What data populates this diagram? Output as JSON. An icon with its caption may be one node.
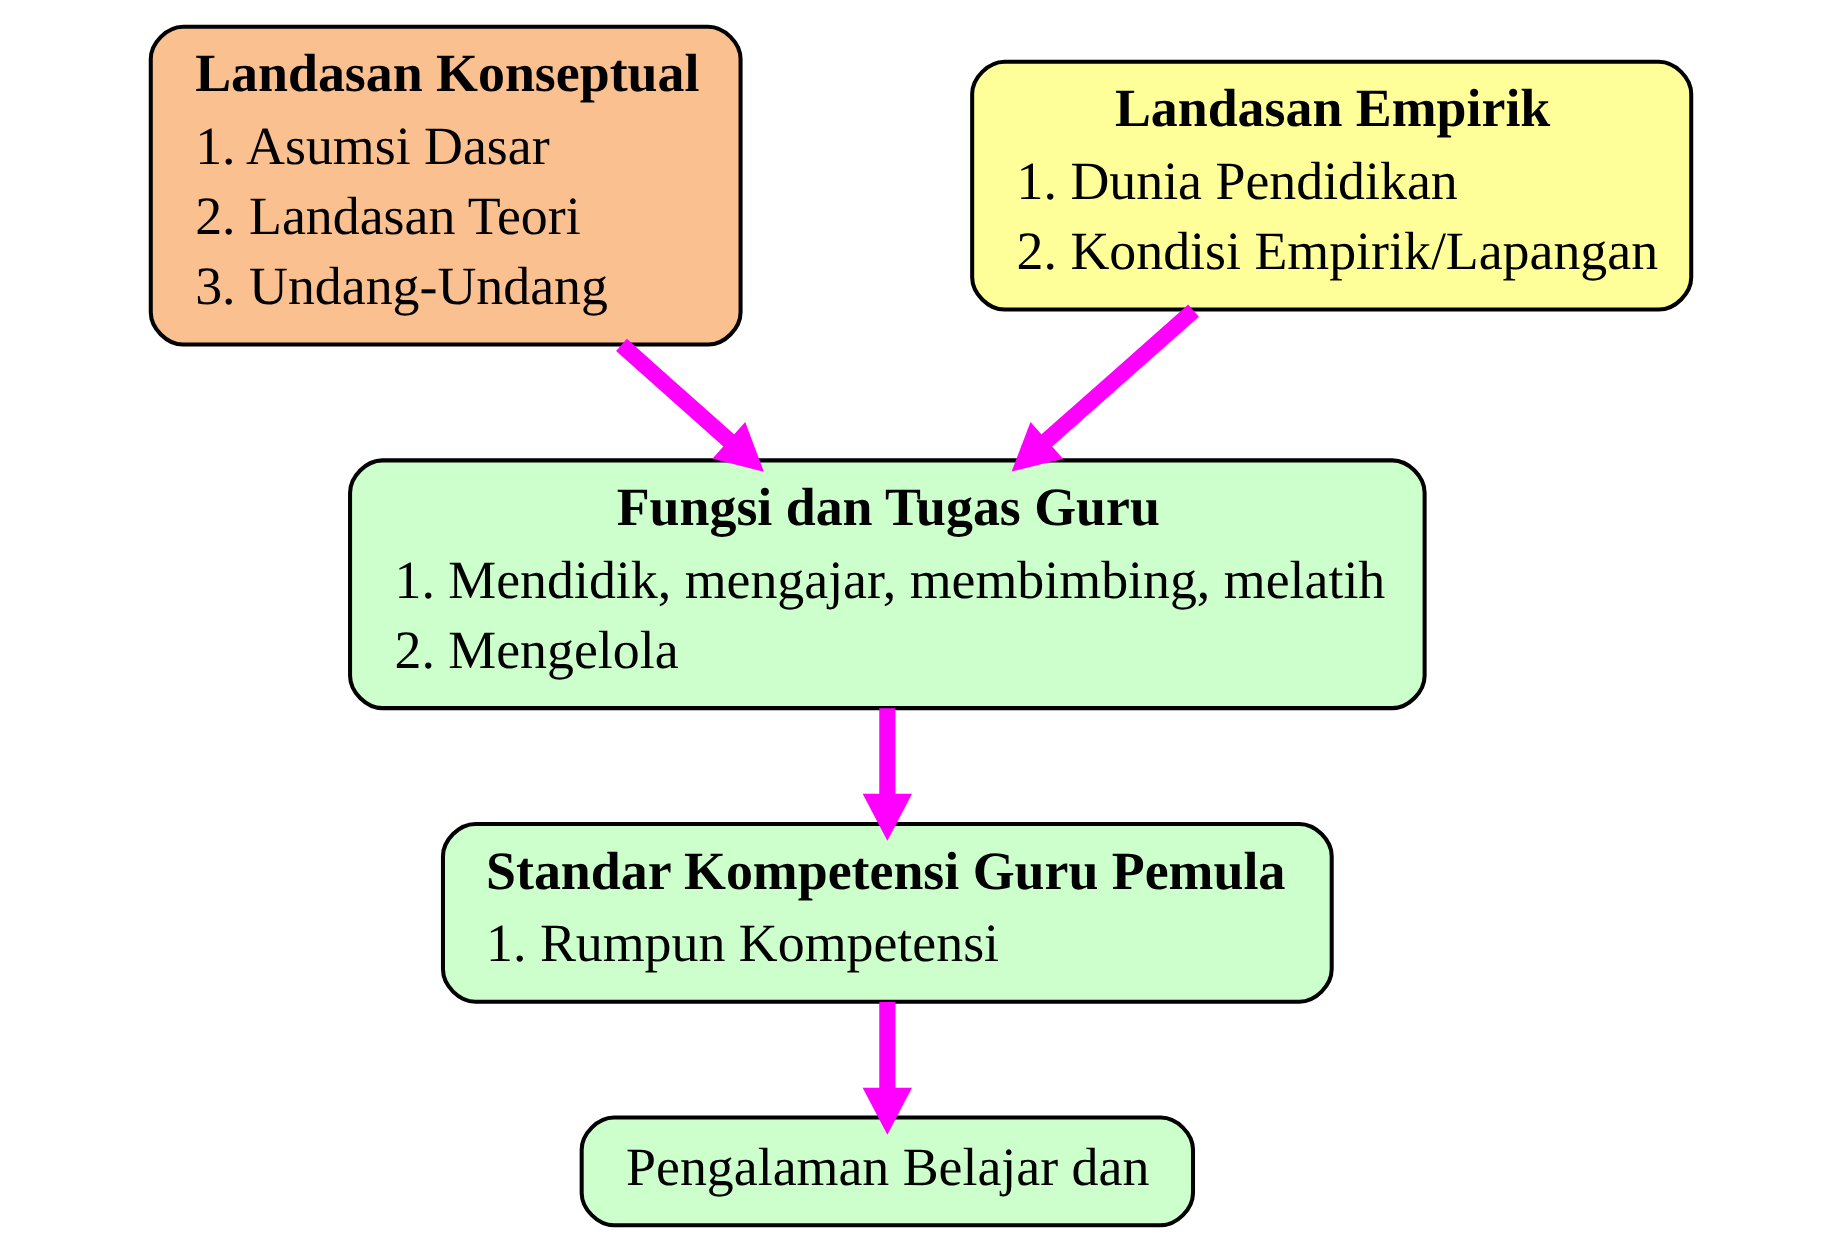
{
  "diagram": {
    "nodes": [
      {
        "text": [
          "Landasan Konseptual",
          "1. Asumsi Dasar",
          "2. Landasan Teori",
          "3. Undang-Undang"
        ]
      },
      {
        "text": [
          "Landasan Empirik",
          "1. Dunia Pendidikan",
          "2. Kondisi Empirik/Lapangan"
        ]
      },
      {
        "text": [
          "Fungsi dan Tugas Guru",
          "1. Mendidik, mengajar, membimbing, melatih",
          "2. Mengelola"
        ]
      },
      {
        "text": [
          "Standar Kompetensi Guru Pemula",
          "1. Rumpun Kompetensi"
        ]
      },
      {
        "text": [
          "Pengalaman Belajar dan"
        ]
      }
    ],
    "edges": [
      {
        "from": 0,
        "to": 2,
        "arrow": "to"
      },
      {
        "from": 1,
        "to": 2,
        "arrow": "to"
      },
      {
        "from": 2,
        "to": 3,
        "arrow": "to"
      },
      {
        "from": 3,
        "to": 4,
        "arrow": "to"
      }
    ]
  }
}
